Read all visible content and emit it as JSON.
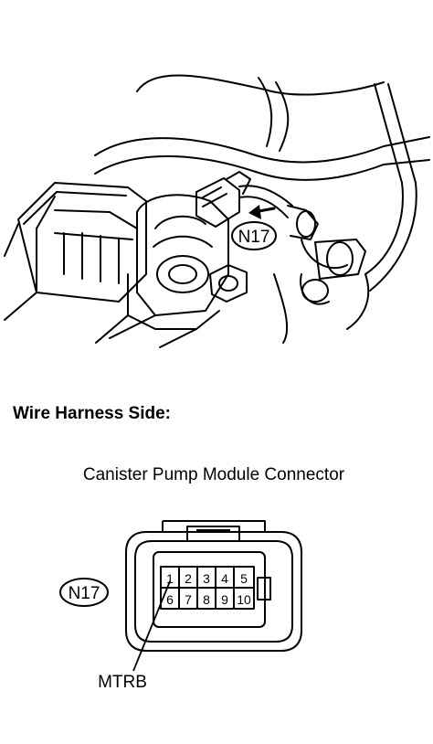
{
  "illustration": {
    "connector_callout": "N17"
  },
  "section": {
    "heading": "Wire Harness Side:"
  },
  "connector": {
    "name": "Canister Pump Module Connector",
    "code": "N17",
    "pins_top": [
      "1",
      "2",
      "3",
      "4",
      "5"
    ],
    "pins_bottom": [
      "6",
      "7",
      "8",
      "9",
      "10"
    ],
    "terminal_label": "MTRB"
  }
}
